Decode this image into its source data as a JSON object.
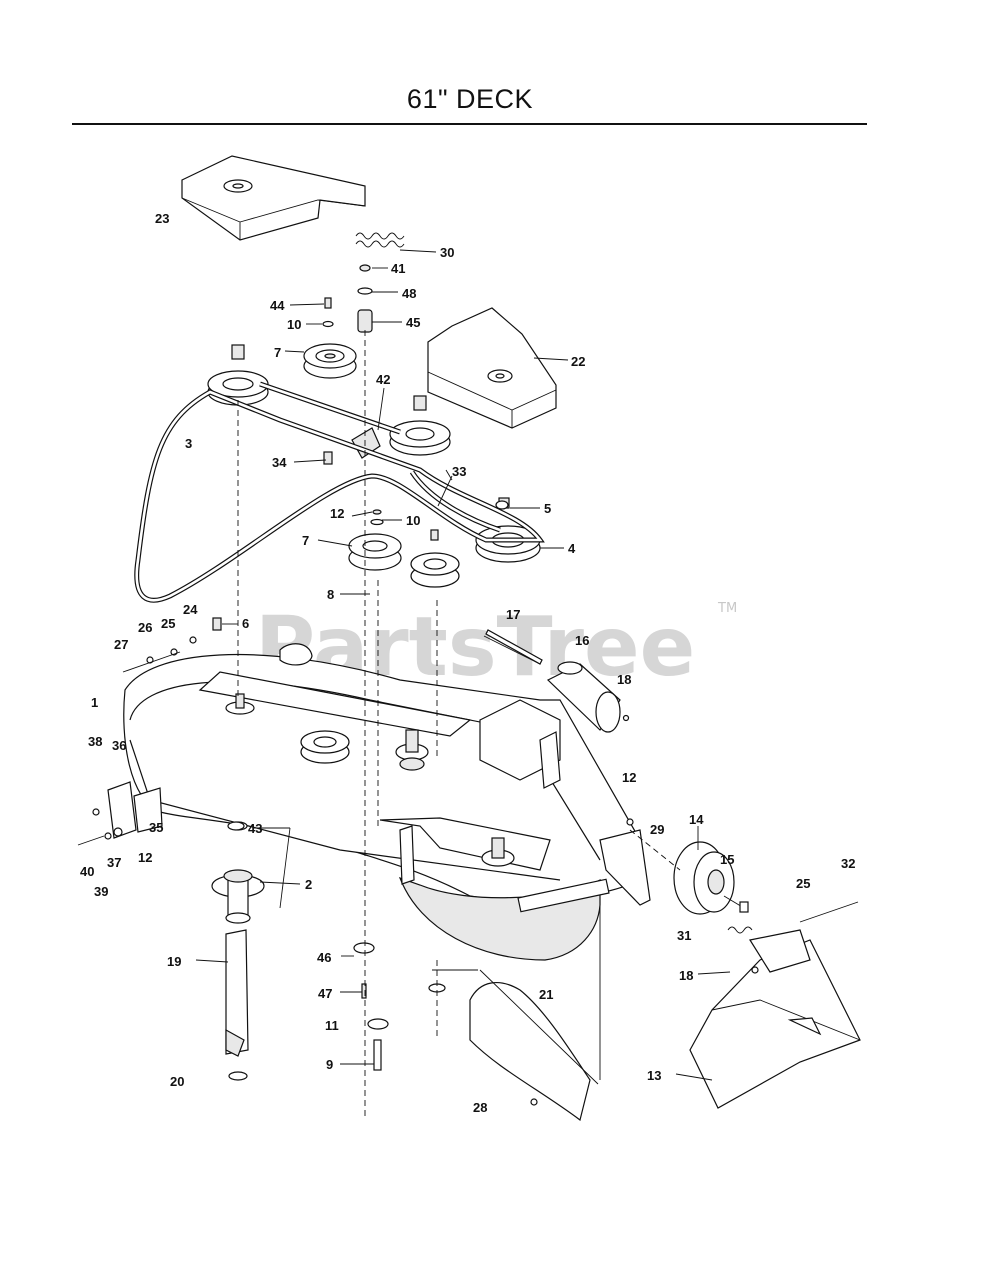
{
  "page": {
    "title": "61\" DECK",
    "watermark": "PartsTree",
    "trademark": "TM"
  },
  "callouts": [
    {
      "id": "c23",
      "text": "23"
    },
    {
      "id": "c30",
      "text": "30"
    },
    {
      "id": "c41",
      "text": "41"
    },
    {
      "id": "c48",
      "text": "48"
    },
    {
      "id": "c44",
      "text": "44"
    },
    {
      "id": "c45",
      "text": "45"
    },
    {
      "id": "c10a",
      "text": "10"
    },
    {
      "id": "c22",
      "text": "22"
    },
    {
      "id": "c7a",
      "text": "7"
    },
    {
      "id": "c42",
      "text": "42"
    },
    {
      "id": "c3",
      "text": "3"
    },
    {
      "id": "c34",
      "text": "34"
    },
    {
      "id": "c33",
      "text": "33"
    },
    {
      "id": "c5",
      "text": "5"
    },
    {
      "id": "c12a",
      "text": "12"
    },
    {
      "id": "c10b",
      "text": "10"
    },
    {
      "id": "c7b",
      "text": "7"
    },
    {
      "id": "c4",
      "text": "4"
    },
    {
      "id": "c8",
      "text": "8"
    },
    {
      "id": "c24",
      "text": "24"
    },
    {
      "id": "c6",
      "text": "6"
    },
    {
      "id": "c17",
      "text": "17"
    },
    {
      "id": "c16",
      "text": "16"
    },
    {
      "id": "c26",
      "text": "26"
    },
    {
      "id": "c25a",
      "text": "25"
    },
    {
      "id": "c27",
      "text": "27"
    },
    {
      "id": "c18a",
      "text": "18"
    },
    {
      "id": "c1",
      "text": "1"
    },
    {
      "id": "c38",
      "text": "38"
    },
    {
      "id": "c36",
      "text": "36"
    },
    {
      "id": "c12b",
      "text": "12"
    },
    {
      "id": "c43",
      "text": "43"
    },
    {
      "id": "c35",
      "text": "35"
    },
    {
      "id": "c29",
      "text": "29"
    },
    {
      "id": "c14",
      "text": "14"
    },
    {
      "id": "c15",
      "text": "15"
    },
    {
      "id": "c40",
      "text": "40"
    },
    {
      "id": "c37",
      "text": "37"
    },
    {
      "id": "c12c",
      "text": "12"
    },
    {
      "id": "c39",
      "text": "39"
    },
    {
      "id": "c2",
      "text": "2"
    },
    {
      "id": "c32",
      "text": "32"
    },
    {
      "id": "c25b",
      "text": "25"
    },
    {
      "id": "c31",
      "text": "31"
    },
    {
      "id": "c19",
      "text": "19"
    },
    {
      "id": "c46",
      "text": "46"
    },
    {
      "id": "c18b",
      "text": "18"
    },
    {
      "id": "c21",
      "text": "21"
    },
    {
      "id": "c47",
      "text": "47"
    },
    {
      "id": "c11",
      "text": "11"
    },
    {
      "id": "c9",
      "text": "9"
    },
    {
      "id": "c13",
      "text": "13"
    },
    {
      "id": "c20",
      "text": "20"
    },
    {
      "id": "c28",
      "text": "28"
    }
  ]
}
